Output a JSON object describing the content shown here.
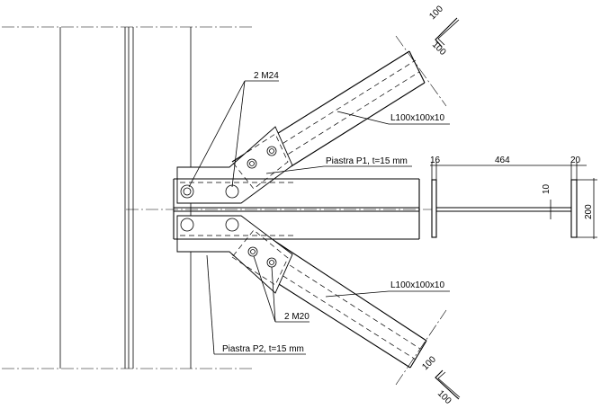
{
  "labels": {
    "bolts_top": "2 M24",
    "bolts_bottom": "2 M20",
    "angle_top": "L100x100x10",
    "angle_bottom": "L100x100x10",
    "plate_p1": "Piastra P1, t=15 mm",
    "plate_p2": "Piastra P2, t=15 mm"
  },
  "dimensions": {
    "flange_thk": "16",
    "web_length": "464",
    "end_plate_thk": "20",
    "web_thk": "10",
    "section_height": "200",
    "angle_top_leg_a": "100",
    "angle_top_leg_b": "100",
    "angle_bottom_leg_a": "100",
    "angle_bottom_leg_b": "100"
  }
}
